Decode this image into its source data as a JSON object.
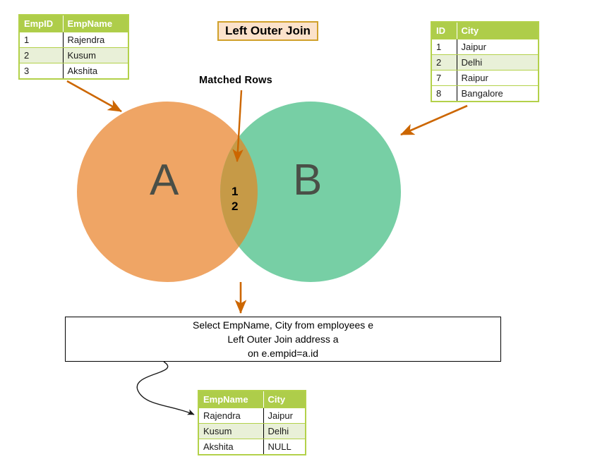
{
  "title": {
    "text": "Left Outer Join"
  },
  "labels": {
    "matched_rows": "Matched Rows",
    "set_a": "A",
    "set_b": "B",
    "matched_values_line1": "1",
    "matched_values_line2": "2"
  },
  "tables": {
    "employees": {
      "name": "employees",
      "headers": [
        "EmpID",
        "EmpName"
      ],
      "rows": [
        [
          "1",
          "Rajendra"
        ],
        [
          "2",
          "Kusum"
        ],
        [
          "3",
          "Akshita"
        ]
      ],
      "highlighted_row_index": 1
    },
    "address": {
      "name": "address",
      "headers": [
        "ID",
        "City"
      ],
      "rows": [
        [
          "1",
          "Jaipur"
        ],
        [
          "2",
          "Delhi"
        ],
        [
          "7",
          "Raipur"
        ],
        [
          "8",
          "Bangalore"
        ]
      ],
      "highlighted_row_index": 1
    },
    "result": {
      "name": "result",
      "headers": [
        "EmpName",
        "City"
      ],
      "rows": [
        [
          "Rajendra",
          "Jaipur"
        ],
        [
          "Kusum",
          "Delhi"
        ],
        [
          "Akshita",
          "NULL"
        ]
      ],
      "highlighted_row_index": 1
    }
  },
  "query": {
    "line1": "Select EmpName, City from employees e",
    "line2": "Left Outer Join address a",
    "line3": "on e.empid=a.id"
  },
  "colors": {
    "circle_a": "#efa565",
    "circle_b": "#77cfa5",
    "intersection": "#c69a47",
    "arrow": "#cc6600",
    "table_header": "#aecd4a",
    "table_border": "#b3d14a",
    "row_highlight": "#e9f0d8",
    "title_fill": "#fbe2cb",
    "title_border": "#d0a12b",
    "venn_letter": "#4a4f47"
  }
}
